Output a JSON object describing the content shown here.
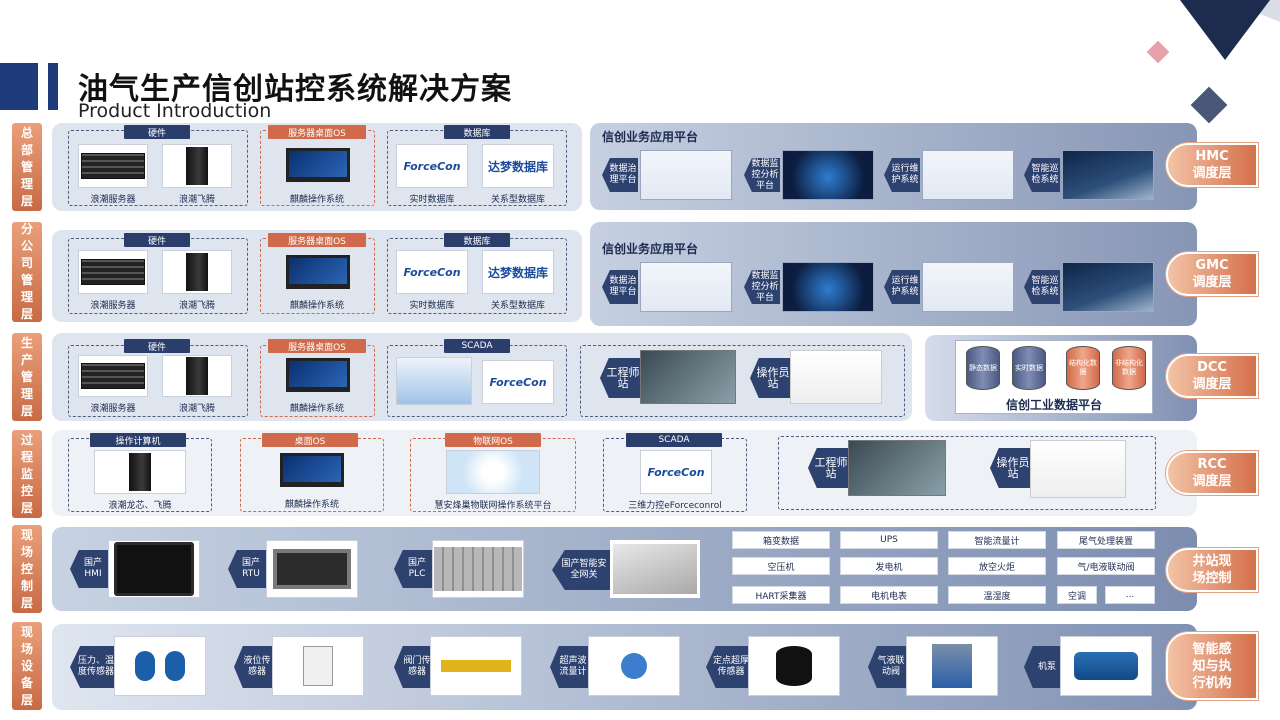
{
  "header": {
    "title": "油气生产信创站控系统解决方案",
    "subtitle": "Product Introduction"
  },
  "rows": [
    {
      "label": "总部管理层",
      "right": "HMC调度层",
      "right_lines": [
        "HMC",
        "调度层"
      ]
    },
    {
      "label": "分公司管理层",
      "right_lines": [
        "GMC",
        "调度层"
      ]
    },
    {
      "label": "生产管理层",
      "right_lines": [
        "DCC",
        "调度层"
      ]
    },
    {
      "label": "过程监控层",
      "right_lines": [
        "RCC",
        "调度层"
      ]
    },
    {
      "label": "现场控制层",
      "right_lines": [
        "井站现",
        "场控制"
      ]
    },
    {
      "label": "现场设备层",
      "right_lines": [
        "智能感",
        "知与执",
        "行机构"
      ]
    }
  ],
  "mgmt": {
    "hw_tag": "硬件",
    "os_tag": "服务器桌面OS",
    "db_tag": "数据库",
    "server": "浪潮服务器",
    "feiteng": "浪潮飞腾",
    "os": "麒麟操作系统",
    "rtdb": "实时数据库",
    "reldb": "关系型数据库",
    "force": "ForceCon",
    "dream": "达梦数据库",
    "platform": "信创业务应用平台",
    "modules": [
      "数据治理平台",
      "数据监控分析平台",
      "运行维护系统",
      "智能巡检系统"
    ]
  },
  "prod": {
    "scada_tag": "SCADA",
    "engineer": "工程师站",
    "operator": "操作员站",
    "db_platform": "信创工业数据平台",
    "cyl": [
      "静态数据",
      "实时数据",
      "结构化数据",
      "非结构化数据"
    ]
  },
  "proc": {
    "pc_tag": "操作计算机",
    "pc_cap": "浪潮龙芯、飞腾",
    "desk_tag": "桌面OS",
    "desk_cap": "麒麟操作系统",
    "iot_tag": "物联网OS",
    "iot_cap": "慧安烽巢物联网操作系统平台",
    "scada_tag": "SCADA",
    "scada_cap": "三维力控eForceconrol"
  },
  "control": {
    "items": [
      "国产HMI",
      "国产RTU",
      "国产PLC",
      "国产智能安全网关"
    ],
    "cells": [
      "箱变数据",
      "UPS",
      "智能流量计",
      "尾气处理装置",
      "空压机",
      "发电机",
      "放空火炬",
      "气/电液联动阀",
      "HART采集器",
      "电机电表",
      "温湿度",
      "空调",
      "..."
    ]
  },
  "devices": [
    "压力、温度传感器",
    "液位传感器",
    "阀门传感器",
    "超声波流量计",
    "定点超厚传感器",
    "气液联动阀",
    "机泵"
  ]
}
